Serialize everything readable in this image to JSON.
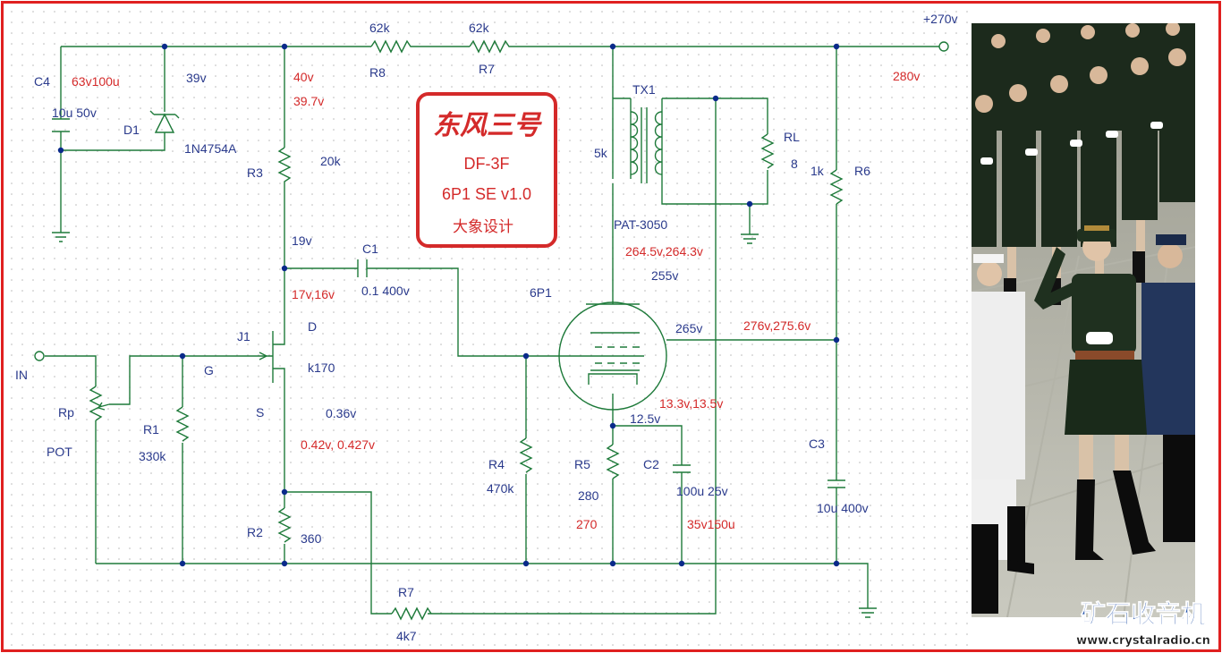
{
  "badge": {
    "logo_text": "东风三号",
    "model": "DF-3F",
    "version": "6P1 SE v1.0",
    "designer": "大象设计",
    "color": "#d42a2a"
  },
  "labels_blue": {
    "c4": "C4",
    "c4_val": "10u  50v",
    "d1": "D1",
    "d1_val": "1N4754A",
    "d1_v": "39v",
    "r8": "R8",
    "r8_val": "62k",
    "r7a": "R7",
    "r7a_val": "62k",
    "plus270": "+270v",
    "r3": "R3",
    "r3_val": "20k",
    "v19": "19v",
    "c1": "C1",
    "c1_val": "0.1 400v",
    "j1": "J1",
    "d": "D",
    "g": "G",
    "s": "S",
    "k170": "k170",
    "v036": "0.36v",
    "in": "IN",
    "rp": "Rp",
    "pot": "POT",
    "r1": "R1",
    "r1_val": "330k",
    "r2": "R2",
    "r2_val": "360",
    "r7b": "R7",
    "r7b_val": "4k7",
    "tx1": "TX1",
    "tx_5k": "5k",
    "pat": "PAT-3050",
    "rl": "RL",
    "rl_val": "8",
    "v255": "255v",
    "p6p1": "6P1",
    "v265": "265v",
    "v125": "12.5v",
    "r4": "R4",
    "r4_val": "470k",
    "r5": "R5",
    "r5_val": "280",
    "c2": "C2",
    "c2_val": "100u  25v",
    "r6": "R6",
    "r6_val": "1k",
    "c3": "C3",
    "c3_val": "10u  400v"
  },
  "labels_red": {
    "c4_sub": "63v100u",
    "v40": "40v",
    "v397": "39.7v",
    "v280": "280v",
    "v17": "17v,16v",
    "v264": "264.5v,264.3v",
    "v276": "276v,275.6v",
    "v133": "13.3v,13.5v",
    "v042": "0.42v, 0.427v",
    "r5_sub": "270",
    "c2_sub": "35v150u"
  },
  "watermark": {
    "title": "矿石收音机",
    "url": "www.crystalradio.cn"
  },
  "colors": {
    "border": "#e02020",
    "wire": "#1e7a3a",
    "label_blue": "#2a3a8c",
    "label_red": "#d42a2a",
    "junction": "#0a2a8a"
  }
}
